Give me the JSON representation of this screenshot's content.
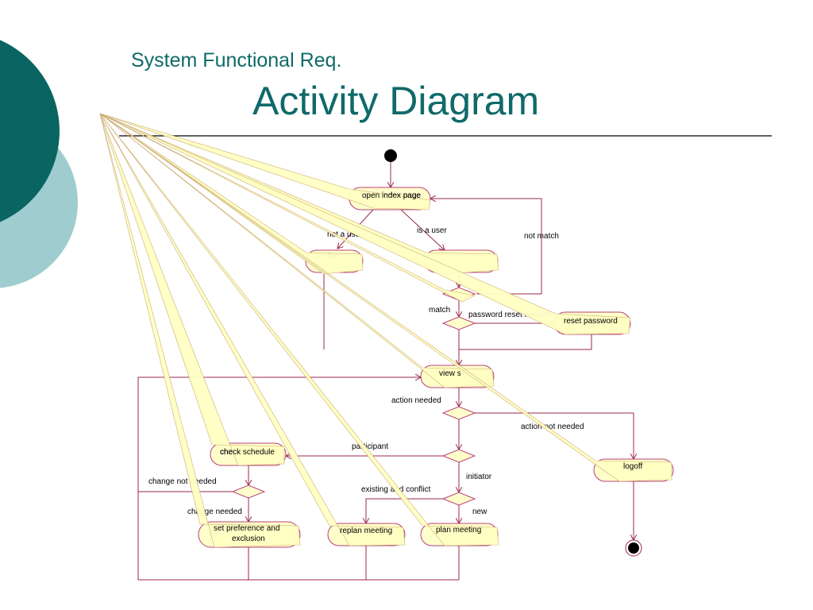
{
  "slide": {
    "subtitle": "System Functional Req.",
    "title": "Activity Diagram"
  },
  "colors": {
    "teal_dark": "#0a6562",
    "teal_light": "#9fcdcf",
    "title": "#0f6a69",
    "activity_fill": "#ffffcc",
    "activity_stroke": "#b8407a",
    "flow": "#9a2a4a"
  },
  "activities": {
    "open_index": "open index page",
    "register": "ter",
    "view": "view s",
    "reset_password": "reset password",
    "check_schedule": "check schedule",
    "logoff": "logoff",
    "set_preference_line1": "set preference and",
    "set_preference_line2": "exclusion",
    "replan_meeting": "replan meeting",
    "plan_meeting": "plan meeting"
  },
  "guards": {
    "not_a_user": "not a use",
    "is_a_user": "is a user",
    "not_match": "not match",
    "match": "match",
    "password_reset_needed": "password reset needed",
    "action_needed": "action needed",
    "action_not_needed": "action not needed",
    "participant": "participant",
    "initiator": "initiator",
    "change_not_needed": "change not needed",
    "change_needed": "change needed",
    "existing_and_conflict": "existing and conflict",
    "new": "new"
  }
}
